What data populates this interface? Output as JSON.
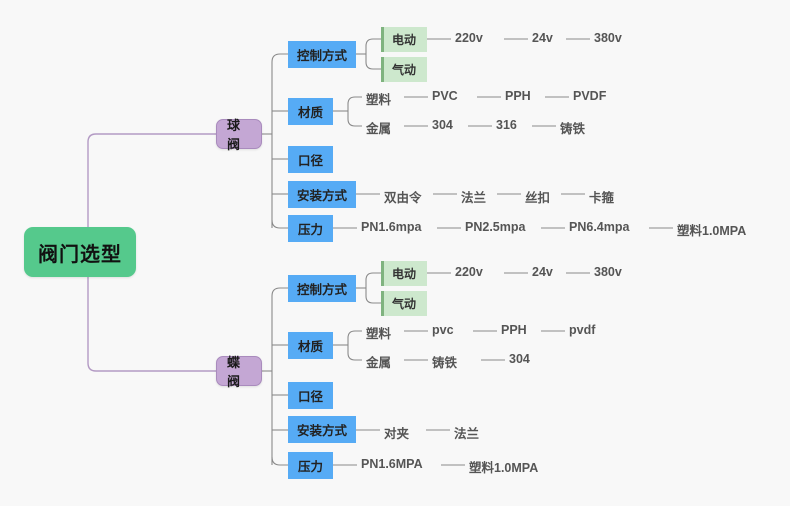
{
  "diagram": {
    "type": "mindmap",
    "title": "阀门选型",
    "background_color": "#f8f8f8",
    "colors": {
      "root": "#55c98c",
      "level2": "#c4a7d4",
      "level3": "#56abf5",
      "level4_box": "#cde8cd",
      "link_root": "#b39ac4",
      "link_gray": "#8a8a8a",
      "text": "#555555"
    }
  },
  "root": {
    "label": "阀门选型"
  },
  "branches": [
    {
      "label": "球阀",
      "categories": [
        {
          "label": "控制方式",
          "boxed_children": [
            {
              "label": "电动",
              "leaves": [
                "220v",
                "24v",
                "380v"
              ]
            },
            {
              "label": "气动",
              "leaves": []
            }
          ]
        },
        {
          "label": "材质",
          "text_children": [
            {
              "label": "塑料",
              "leaves": [
                "PVC",
                "PPH",
                "PVDF"
              ]
            },
            {
              "label": "金属",
              "leaves": [
                "304",
                "316",
                "铸铁"
              ]
            }
          ]
        },
        {
          "label": "口径",
          "leaves": []
        },
        {
          "label": "安装方式",
          "leaves": [
            "双由令",
            "法兰",
            "丝扣",
            "卡箍"
          ]
        },
        {
          "label": "压力",
          "leaves": [
            "PN1.6mpa",
            "PN2.5mpa",
            "PN6.4mpa",
            "塑料1.0MPA"
          ]
        }
      ]
    },
    {
      "label": "蝶阀",
      "categories": [
        {
          "label": "控制方式",
          "boxed_children": [
            {
              "label": "电动",
              "leaves": [
                "220v",
                "24v",
                "380v"
              ]
            },
            {
              "label": "气动",
              "leaves": []
            }
          ]
        },
        {
          "label": "材质",
          "text_children": [
            {
              "label": "塑料",
              "leaves": [
                "pvc",
                "PPH",
                "pvdf"
              ]
            },
            {
              "label": "金属",
              "leaves": [
                "铸铁",
                "304"
              ]
            }
          ]
        },
        {
          "label": "口径",
          "leaves": []
        },
        {
          "label": "安装方式",
          "leaves": [
            "对夹",
            "法兰"
          ]
        },
        {
          "label": "压力",
          "leaves": [
            "PN1.6MPA",
            "塑料1.0MPA"
          ]
        }
      ]
    }
  ]
}
